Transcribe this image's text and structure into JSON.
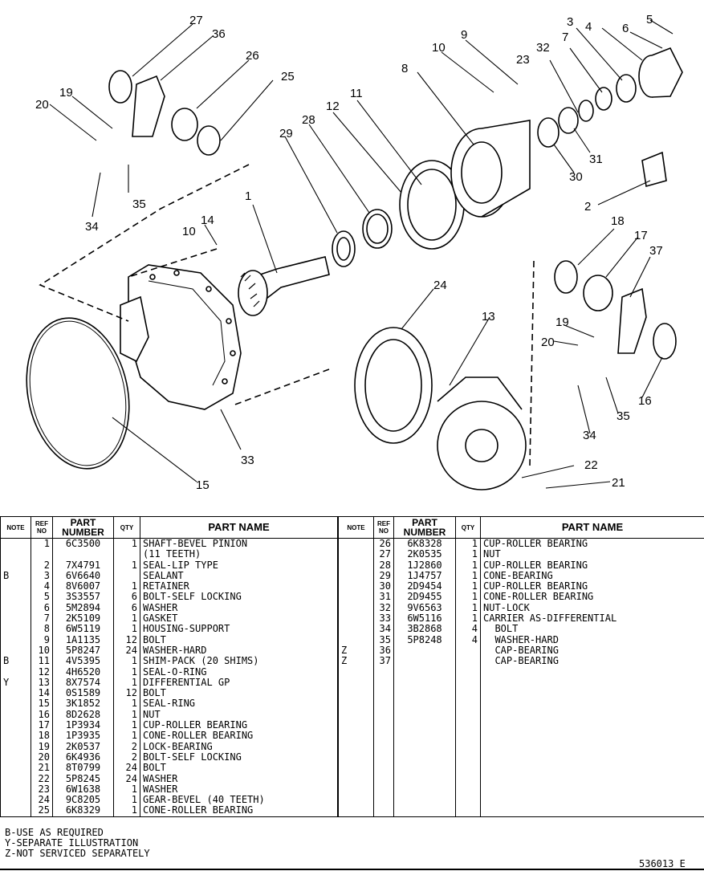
{
  "diagram": {
    "callouts": [
      "27",
      "36",
      "26",
      "25",
      "19",
      "20",
      "35",
      "34",
      "29",
      "28",
      "12",
      "11",
      "10",
      "9",
      "8",
      "23",
      "32",
      "7",
      "3",
      "4",
      "6",
      "5",
      "31",
      "30",
      "2",
      "1",
      "14",
      "10",
      "24",
      "13",
      "18",
      "17",
      "37",
      "19",
      "20",
      "16",
      "35",
      "34",
      "33",
      "15",
      "22",
      "21"
    ]
  },
  "table_left": {
    "headers": {
      "note": "NOTE",
      "ref": "REF\nNO",
      "part": "PART\nNUMBER",
      "qty": "QTY",
      "name": "PART NAME"
    },
    "rows": [
      {
        "note": "",
        "ref": "1",
        "part": "6C3500",
        "qty": "1",
        "name": "SHAFT-BEVEL PINION"
      },
      {
        "note": "",
        "ref": "",
        "part": "",
        "qty": "",
        "name": "(11 TEETH)"
      },
      {
        "note": "",
        "ref": "2",
        "part": "7X4791",
        "qty": "1",
        "name": "SEAL-LIP TYPE"
      },
      {
        "note": "B",
        "ref": "3",
        "part": "6V6640",
        "qty": "",
        "name": "SEALANT"
      },
      {
        "note": "",
        "ref": "4",
        "part": "8V6007",
        "qty": "1",
        "name": "RETAINER"
      },
      {
        "note": "",
        "ref": "5",
        "part": "3S3557",
        "qty": "6",
        "name": "BOLT-SELF LOCKING"
      },
      {
        "note": "",
        "ref": "6",
        "part": "5M2894",
        "qty": "6",
        "name": "WASHER"
      },
      {
        "note": "",
        "ref": "7",
        "part": "2K5109",
        "qty": "1",
        "name": "GASKET"
      },
      {
        "note": "",
        "ref": "8",
        "part": "6W5119",
        "qty": "1",
        "name": "HOUSING-SUPPORT"
      },
      {
        "note": "",
        "ref": "9",
        "part": "1A1135",
        "qty": "12",
        "name": "BOLT"
      },
      {
        "note": "",
        "ref": "10",
        "part": "5P8247",
        "qty": "24",
        "name": "WASHER-HARD"
      },
      {
        "note": "B",
        "ref": "11",
        "part": "4V5395",
        "qty": "1",
        "name": "SHIM-PACK (20 SHIMS)"
      },
      {
        "note": "",
        "ref": "12",
        "part": "4H6520",
        "qty": "1",
        "name": "SEAL-O-RING"
      },
      {
        "note": "Y",
        "ref": "13",
        "part": "8X7574",
        "qty": "1",
        "name": "DIFFERENTIAL GP"
      },
      {
        "note": "",
        "ref": "14",
        "part": "0S1589",
        "qty": "12",
        "name": "BOLT"
      },
      {
        "note": "",
        "ref": "15",
        "part": "3K1852",
        "qty": "1",
        "name": "SEAL-RING"
      },
      {
        "note": "",
        "ref": "16",
        "part": "8D2628",
        "qty": "1",
        "name": "NUT"
      },
      {
        "note": "",
        "ref": "17",
        "part": "1P3934",
        "qty": "1",
        "name": "CUP-ROLLER BEARING"
      },
      {
        "note": "",
        "ref": "18",
        "part": "1P3935",
        "qty": "1",
        "name": "CONE-ROLLER BEARING"
      },
      {
        "note": "",
        "ref": "19",
        "part": "2K0537",
        "qty": "2",
        "name": "LOCK-BEARING"
      },
      {
        "note": "",
        "ref": "20",
        "part": "6K4936",
        "qty": "2",
        "name": "BOLT-SELF LOCKING"
      },
      {
        "note": "",
        "ref": "21",
        "part": "8T0799",
        "qty": "24",
        "name": "BOLT"
      },
      {
        "note": "",
        "ref": "22",
        "part": "5P8245",
        "qty": "24",
        "name": "WASHER"
      },
      {
        "note": "",
        "ref": "23",
        "part": "6W1638",
        "qty": "1",
        "name": "WASHER"
      },
      {
        "note": "",
        "ref": "24",
        "part": "9C8205",
        "qty": "1",
        "name": "GEAR-BEVEL (40 TEETH)"
      },
      {
        "note": "",
        "ref": "25",
        "part": "6K8329",
        "qty": "1",
        "name": "CONE-ROLLER BEARING"
      }
    ]
  },
  "table_right": {
    "headers": {
      "note": "NOTE",
      "ref": "REF\nNO",
      "part": "PART\nNUMBER",
      "qty": "QTY",
      "name": "PART NAME"
    },
    "rows": [
      {
        "note": "",
        "ref": "26",
        "part": "6K8328",
        "qty": "1",
        "name": "CUP-ROLLER BEARING"
      },
      {
        "note": "",
        "ref": "27",
        "part": "2K0535",
        "qty": "1",
        "name": "NUT"
      },
      {
        "note": "",
        "ref": "28",
        "part": "1J2860",
        "qty": "1",
        "name": "CUP-ROLLER BEARING"
      },
      {
        "note": "",
        "ref": "29",
        "part": "1J4757",
        "qty": "1",
        "name": "CONE-BEARING"
      },
      {
        "note": "",
        "ref": "30",
        "part": "2D9454",
        "qty": "1",
        "name": "CUP-ROLLER BEARING"
      },
      {
        "note": "",
        "ref": "31",
        "part": "2D9455",
        "qty": "1",
        "name": "CONE-ROLLER BEARING"
      },
      {
        "note": "",
        "ref": "32",
        "part": "9V6563",
        "qty": "1",
        "name": "NUT-LOCK"
      },
      {
        "note": "",
        "ref": "33",
        "part": "6W5116",
        "qty": "1",
        "name": "CARRIER AS-DIFFERENTIAL"
      },
      {
        "note": "",
        "ref": "34",
        "part": "3B2868",
        "qty": "4",
        "name": "  BOLT"
      },
      {
        "note": "",
        "ref": "35",
        "part": "5P8248",
        "qty": "4",
        "name": "  WASHER-HARD"
      },
      {
        "note": "Z",
        "ref": "36",
        "part": "",
        "qty": "",
        "name": "  CAP-BEARING"
      },
      {
        "note": "Z",
        "ref": "37",
        "part": "",
        "qty": "",
        "name": "  CAP-BEARING"
      }
    ]
  },
  "notes": [
    "B-USE AS REQUIRED",
    "Y-SEPARATE ILLUSTRATION",
    "Z-NOT SERVICED SEPARATELY"
  ],
  "doc_number": "536013 E"
}
